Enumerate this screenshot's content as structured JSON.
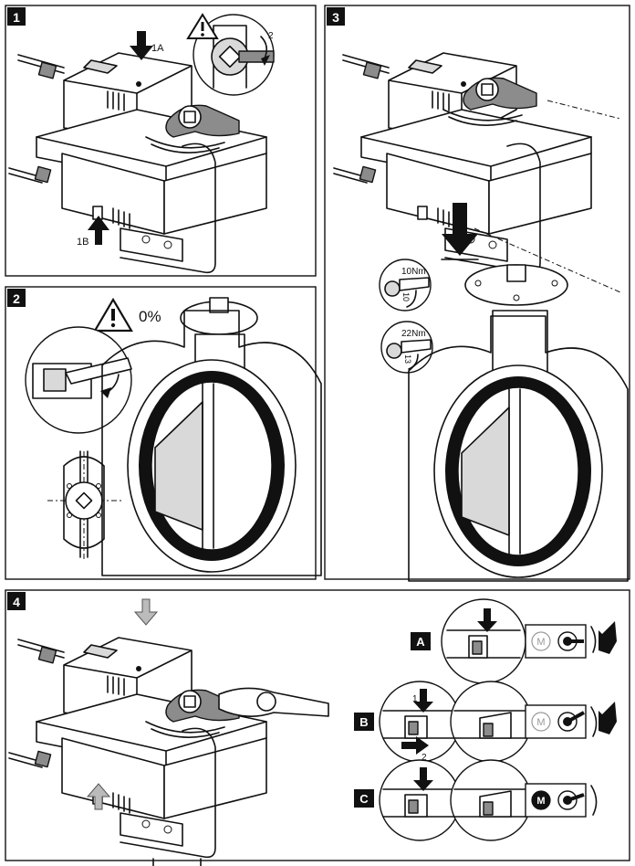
{
  "panels": [
    {
      "id": "1",
      "badge": "1"
    },
    {
      "id": "2",
      "badge": "2"
    },
    {
      "id": "3",
      "badge": "3"
    },
    {
      "id": "4",
      "badge": "4"
    }
  ],
  "panel1": {
    "label_1a": "1A",
    "label_1b": "1B",
    "label_2": "2"
  },
  "panel2": {
    "warning_percent": "0%"
  },
  "panel3": {
    "torque_top": "10Nm",
    "wrench_top": "10",
    "torque_bottom": "22Nm",
    "wrench_bottom": "13"
  },
  "panel4": {
    "steps": [
      {
        "badge": "A",
        "motor_letter": "M"
      },
      {
        "badge": "B",
        "motor_letter": "M",
        "label_1": "1",
        "label_2": "2"
      },
      {
        "badge": "C",
        "motor_letter": "M"
      }
    ]
  },
  "colors": {
    "ink": "#111111",
    "paper": "#ffffff",
    "grey": "#d9d9d9",
    "dark_grey": "#8c8c8c"
  }
}
